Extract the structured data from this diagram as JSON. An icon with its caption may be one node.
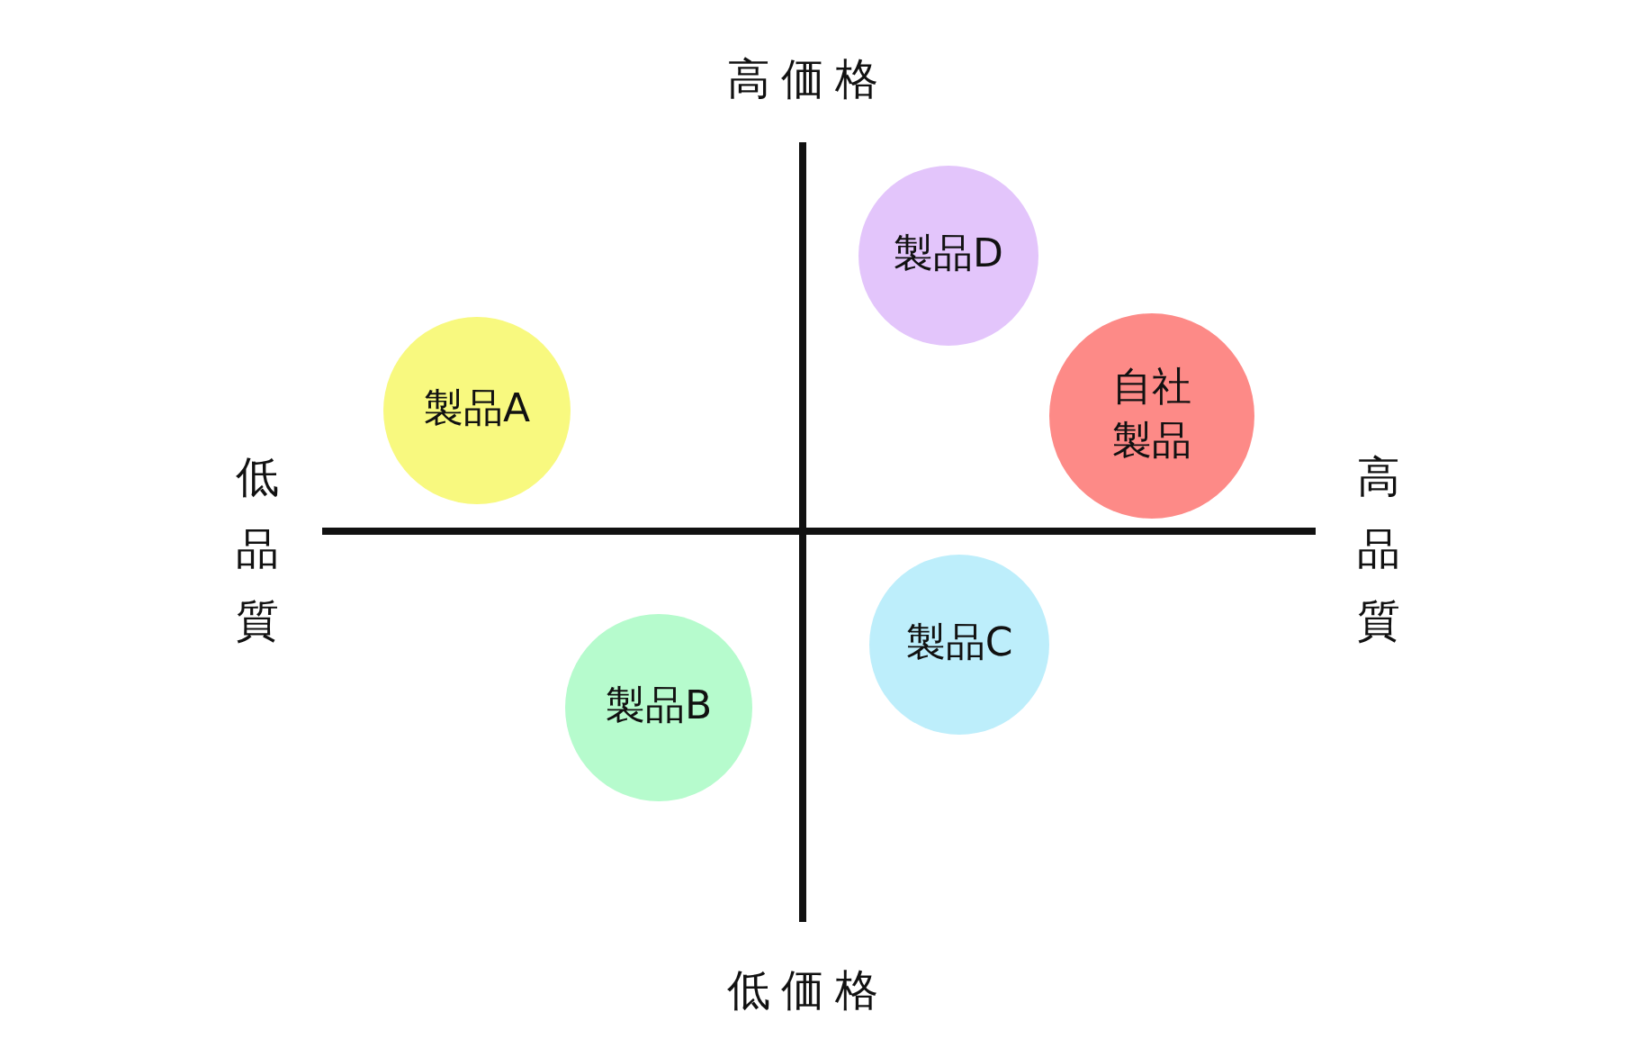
{
  "diagram": {
    "nodes": [
      {
        "text": [
          "製品D"
        ]
      },
      {
        "text": [
          "製品A"
        ]
      },
      {
        "text": [
          "自社製品"
        ]
      },
      {
        "text": [
          "製品C"
        ]
      },
      {
        "text": [
          "製品B"
        ]
      }
    ],
    "labels": [
      "高価格",
      "低品質",
      "高品質",
      "低価格"
    ]
  }
}
